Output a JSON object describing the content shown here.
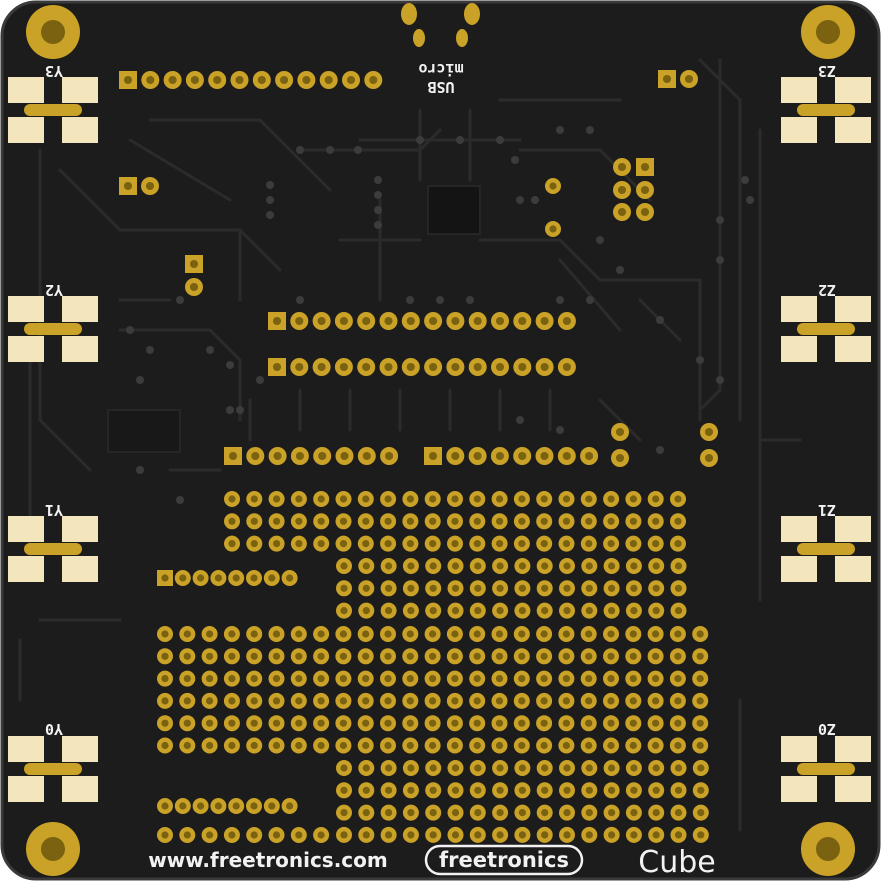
{
  "board": {
    "url_text": "www.freetronics.com",
    "brand_text": "freetronics",
    "model_text": "Cube",
    "usb_label": [
      "micro",
      "USB"
    ],
    "pad_labels": {
      "left": [
        "Y3",
        "Y2",
        "Y1",
        "Y0"
      ],
      "right": [
        "Z3",
        "Z2",
        "Z1",
        "Z0"
      ]
    }
  },
  "colors": {
    "board": "#1c1c1c",
    "board_edge": "#3a3a3a",
    "gold": "#c9a227",
    "gold_dark": "#7a6210",
    "pad_cream": "#f3e6bd",
    "silk": "#f2f2f2",
    "trace": "#2b2b2b"
  }
}
